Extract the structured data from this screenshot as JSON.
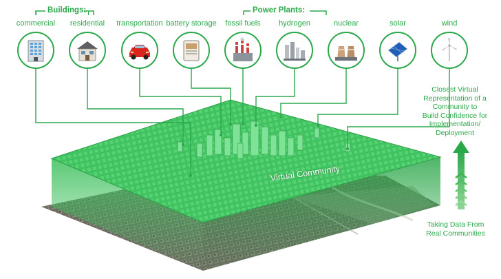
{
  "groups": {
    "buildings": "Buildings:",
    "power_plants": "Power Plants:"
  },
  "categories": [
    {
      "label": "commercial",
      "icon": "office-building-icon"
    },
    {
      "label": "residential",
      "icon": "house-icon"
    },
    {
      "label": "transportation",
      "icon": "car-icon"
    },
    {
      "label": "battery storage",
      "icon": "battery-icon"
    },
    {
      "label": "fossil fuels",
      "icon": "factory-smokestack-icon"
    },
    {
      "label": "hydrogen",
      "icon": "hydrogen-plant-icon"
    },
    {
      "label": "nuclear",
      "icon": "cooling-tower-icon"
    },
    {
      "label": "solar",
      "icon": "solar-panel-icon"
    },
    {
      "label": "wind",
      "icon": "wind-turbine-icon"
    }
  ],
  "main": {
    "virtual_community": "Virtual Community"
  },
  "side": {
    "top_lines": [
      "Closest Virtual",
      "Representation of a",
      "Community to",
      "Build Confidence for",
      "Implementation/",
      "Deployment"
    ],
    "bottom_lines": [
      "Taking Data From",
      "Real Communities"
    ]
  },
  "colors": {
    "accent": "#2aa84a",
    "layer": "#43c463",
    "arrow": "#3cb54e"
  }
}
